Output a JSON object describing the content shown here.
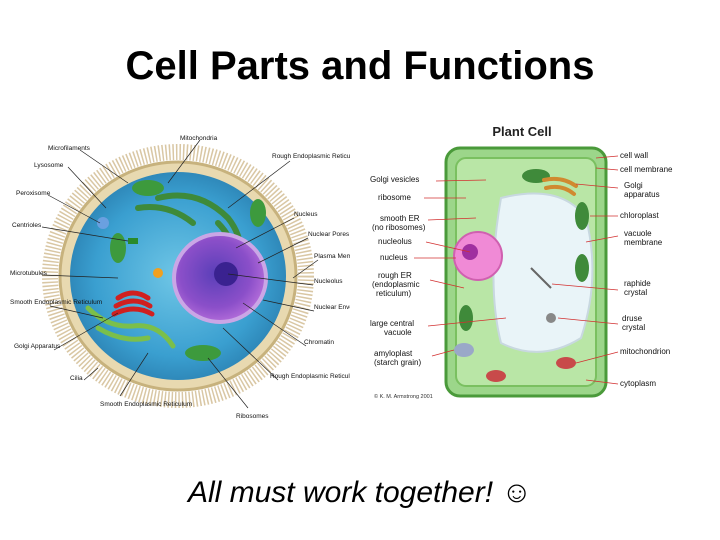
{
  "slide": {
    "title": "Cell Parts and Functions",
    "caption": "All must work together! ☺"
  },
  "animal_cell": {
    "labels_left": [
      "Microfilaments",
      "Lysosome",
      "Peroxisome",
      "Centrioles",
      "Microtubules",
      "Smooth Endoplasmic Reticulum",
      "Golgi Apparatus",
      "Cilia"
    ],
    "labels_top": [
      "Mitochondria",
      "Rough Endoplasmic Reticulum"
    ],
    "labels_right": [
      "Nucleus",
      "Nuclear Pores",
      "Plasma Membrane",
      "Nucleolus",
      "Nuclear Envelope",
      "Chromatin",
      "Rough Endoplasmic Reticulum"
    ],
    "labels_bottom": [
      "Smooth Endoplasmic Reticulum",
      "Ribosomes"
    ]
  },
  "plant_cell": {
    "title": "Plant Cell",
    "labels_left": [
      "Golgi vesicles",
      "ribosome",
      "smooth ER",
      "(no ribosomes)",
      "nucleolus",
      "nucleus",
      "rough ER",
      "(endoplasmic",
      "reticulum)",
      "large central",
      "vacuole",
      "amyloplast",
      "(starch grain)"
    ],
    "labels_right": [
      "cell wall",
      "cell membrane",
      "Golgi",
      "apparatus",
      "chloroplast",
      "vacuole",
      "membrane",
      "raphide",
      "crystal",
      "druse",
      "crystal",
      "mitochondrion",
      "cytoplasm"
    ],
    "credit": "© K. M. Armstrong 2001"
  }
}
